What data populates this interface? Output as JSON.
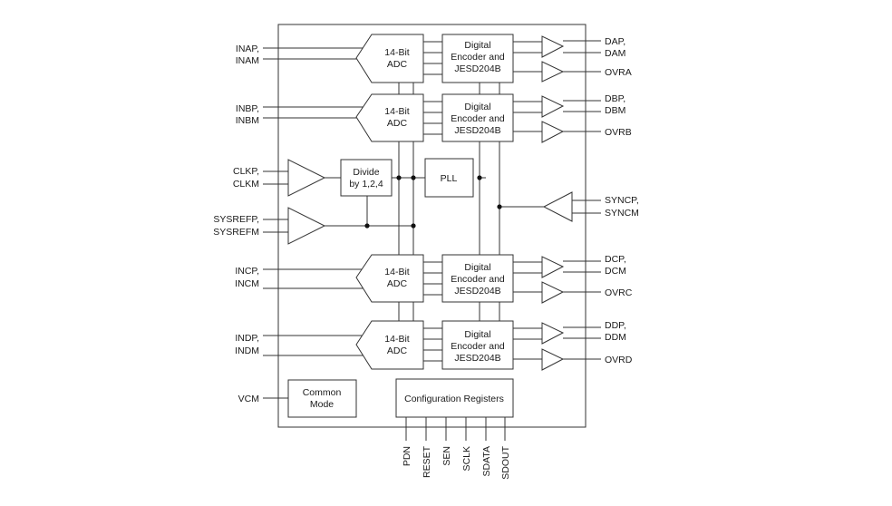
{
  "adc": {
    "a": {
      "l1": "14-Bit",
      "l2": "ADC"
    },
    "b": {
      "l1": "14-Bit",
      "l2": "ADC"
    },
    "c": {
      "l1": "14-Bit",
      "l2": "ADC"
    },
    "d": {
      "l1": "14-Bit",
      "l2": "ADC"
    }
  },
  "encoder": {
    "a": {
      "l1": "Digital",
      "l2": "Encoder and",
      "l3": "JESD204B"
    },
    "b": {
      "l1": "Digital",
      "l2": "Encoder and",
      "l3": "JESD204B"
    },
    "c": {
      "l1": "Digital",
      "l2": "Encoder and",
      "l3": "JESD204B"
    },
    "d": {
      "l1": "Digital",
      "l2": "Encoder and",
      "l3": "JESD204B"
    }
  },
  "inputs": {
    "a": {
      "p": "INAP,",
      "m": "INAM"
    },
    "b": {
      "p": "INBP,",
      "m": "INBM"
    },
    "c": {
      "p": "INCP,",
      "m": "INCM"
    },
    "d": {
      "p": "INDP,",
      "m": "INDM"
    },
    "clk": {
      "p": "CLKP,",
      "m": "CLKM"
    },
    "sysref": {
      "p": "SYSREFP,",
      "m": "SYSREFM"
    },
    "vcm": "VCM"
  },
  "outputs": {
    "a": {
      "p": "DAP,",
      "m": "DAM",
      "ovr": "OVRA"
    },
    "b": {
      "p": "DBP,",
      "m": "DBM",
      "ovr": "OVRB"
    },
    "c": {
      "p": "DCP,",
      "m": "DCM",
      "ovr": "OVRC"
    },
    "d": {
      "p": "DDP,",
      "m": "DDM",
      "ovr": "OVRD"
    },
    "sync": {
      "p": "SYNCP,",
      "m": "SYNCM"
    }
  },
  "blocks": {
    "divide": {
      "l1": "Divide",
      "l2": "by 1,2,4"
    },
    "pll": "PLL",
    "common": {
      "l1": "Common",
      "l2": "Mode"
    },
    "config": "Configuration Registers"
  },
  "bottom_pins": [
    "PDN",
    "RESET",
    "SEN",
    "SCLK",
    "SDATA",
    "SDOUT"
  ]
}
